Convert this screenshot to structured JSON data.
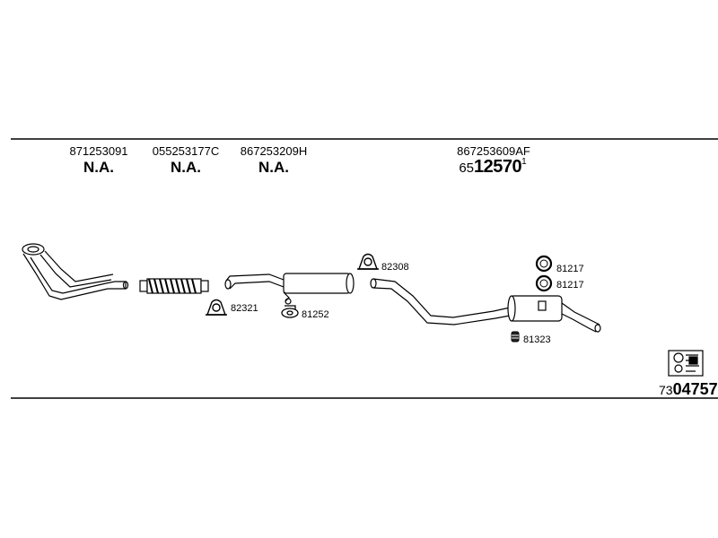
{
  "header": {
    "oem_numbers": [
      "871253091",
      "055253177C",
      "867253209H",
      "867253609AF"
    ],
    "na_labels": [
      "N.A.",
      "N.A.",
      "N.A."
    ],
    "rear_part": {
      "prefix": "65",
      "main": "12570",
      "suffix": "1"
    }
  },
  "parts": {
    "clamp_a": "82308",
    "clamp_b": "82321",
    "ring_a": "81217",
    "ring_b": "81217",
    "hanger": "81252",
    "rubber": "81323"
  },
  "footer": {
    "code_prefix": "73",
    "code_main": "04757"
  },
  "icons": [
    "front-pipe-icon",
    "flex-pipe-icon",
    "middle-silencer-icon",
    "rear-silencer-icon",
    "clamp-icon",
    "ring-icon",
    "hanger-icon",
    "rubber-mount-icon",
    "mounting-kit-icon"
  ]
}
